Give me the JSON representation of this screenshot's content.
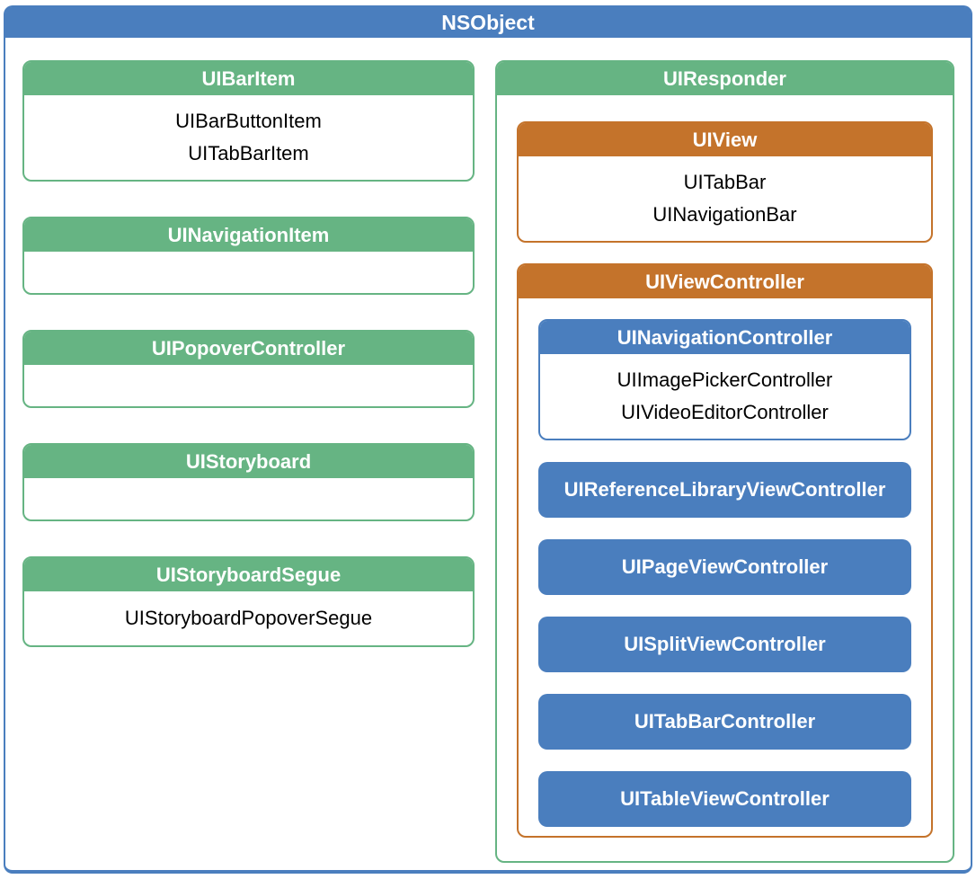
{
  "colors": {
    "blue": "#4A7EBE",
    "green": "#66B483",
    "orange": "#C4732B",
    "body_bg": "#FFFFFF",
    "header_text": "#FFFFFF",
    "item_text": "#000000"
  },
  "root": {
    "title": "NSObject"
  },
  "left": [
    {
      "title": "UIBarItem",
      "items": [
        "UIBarButtonItem",
        "UITabBarItem"
      ]
    },
    {
      "title": "UINavigationItem",
      "items": []
    },
    {
      "title": "UIPopoverController",
      "items": []
    },
    {
      "title": "UIStoryboard",
      "items": []
    },
    {
      "title": "UIStoryboardSegue",
      "items": [
        "UIStoryboardPopoverSegue"
      ]
    }
  ],
  "responder": {
    "title": "UIResponder",
    "view": {
      "title": "UIView",
      "items": [
        "UITabBar",
        "UINavigationBar"
      ]
    },
    "view_controller": {
      "title": "UIViewController",
      "navigation_controller": {
        "title": "UINavigationController",
        "items": [
          "UIImagePickerController",
          "UIVideoEditorController"
        ]
      },
      "subclasses": [
        "UIReferenceLibraryViewController",
        "UIPageViewController",
        "UISplitViewController",
        "UITabBarController",
        "UITableViewController"
      ]
    }
  }
}
